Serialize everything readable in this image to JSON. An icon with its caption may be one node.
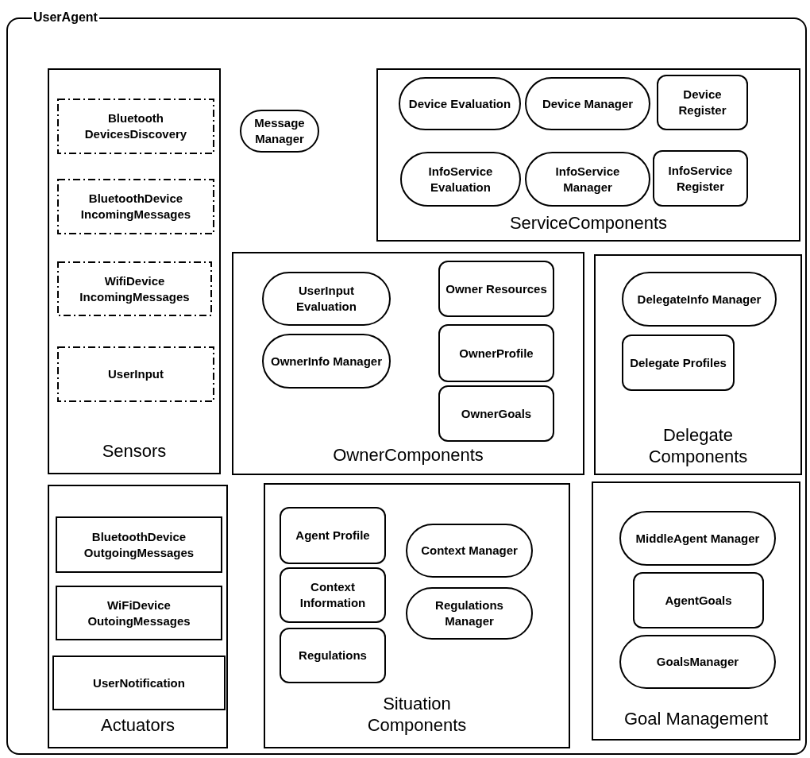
{
  "diagram": {
    "nodes": [
      {
        "text": [
          "UserAgent"
        ]
      },
      {
        "text": [
          "Sensors"
        ],
        "in": 0
      },
      {
        "text": [
          "Bluetooth DevicesDiscovery"
        ],
        "in": 1
      },
      {
        "text": [
          "BluetoothDevice IncomingMessages"
        ],
        "in": 1
      },
      {
        "text": [
          "WifiDevice IncomingMessages"
        ],
        "in": 1
      },
      {
        "text": [
          "UserInput"
        ],
        "in": 1
      },
      {
        "text": [
          "Message Manager"
        ],
        "in": 0
      },
      {
        "text": [
          "ServiceComponents"
        ],
        "in": 0
      },
      {
        "text": [
          "Device Evaluation"
        ],
        "in": 7
      },
      {
        "text": [
          "Device Manager"
        ],
        "in": 7
      },
      {
        "text": [
          "Device Register"
        ],
        "in": 7
      },
      {
        "text": [
          "InfoService Evaluation"
        ],
        "in": 7
      },
      {
        "text": [
          "InfoService Manager"
        ],
        "in": 7
      },
      {
        "text": [
          "InfoService Register"
        ],
        "in": 7
      },
      {
        "text": [
          "OwnerComponents"
        ],
        "in": 0
      },
      {
        "text": [
          "UserInput Evaluation"
        ],
        "in": 14
      },
      {
        "text": [
          "OwnerInfo Manager"
        ],
        "in": 14
      },
      {
        "text": [
          "Owner Resources"
        ],
        "in": 14
      },
      {
        "text": [
          "OwnerProfile"
        ],
        "in": 14
      },
      {
        "text": [
          "OwnerGoals"
        ],
        "in": 14
      },
      {
        "text": [
          "Delegate Components"
        ],
        "in": 0
      },
      {
        "text": [
          "DelegateInfo Manager"
        ],
        "in": 20
      },
      {
        "text": [
          "Delegate Profiles"
        ],
        "in": 20
      },
      {
        "text": [
          "Actuators"
        ],
        "in": 0
      },
      {
        "text": [
          "BluetoothDevice OutgoingMessages"
        ],
        "in": 23
      },
      {
        "text": [
          "WiFiDevice OutoingMessages"
        ],
        "in": 23
      },
      {
        "text": [
          "UserNotification"
        ],
        "in": 23
      },
      {
        "text": [
          "Situation Components"
        ],
        "in": 0
      },
      {
        "text": [
          "Agent Profile"
        ],
        "in": 27
      },
      {
        "text": [
          "Context Information"
        ],
        "in": 27
      },
      {
        "text": [
          "Regulations"
        ],
        "in": 27
      },
      {
        "text": [
          "Context Manager"
        ],
        "in": 27
      },
      {
        "text": [
          "Regulations Manager"
        ],
        "in": 27
      },
      {
        "text": [
          "Goal Management"
        ],
        "in": 0
      },
      {
        "text": [
          "MiddleAgent Manager"
        ],
        "in": 33
      },
      {
        "text": [
          "AgentGoals"
        ],
        "in": 33
      },
      {
        "text": [
          "GoalsManager"
        ],
        "in": 33
      }
    ],
    "edges": []
  }
}
